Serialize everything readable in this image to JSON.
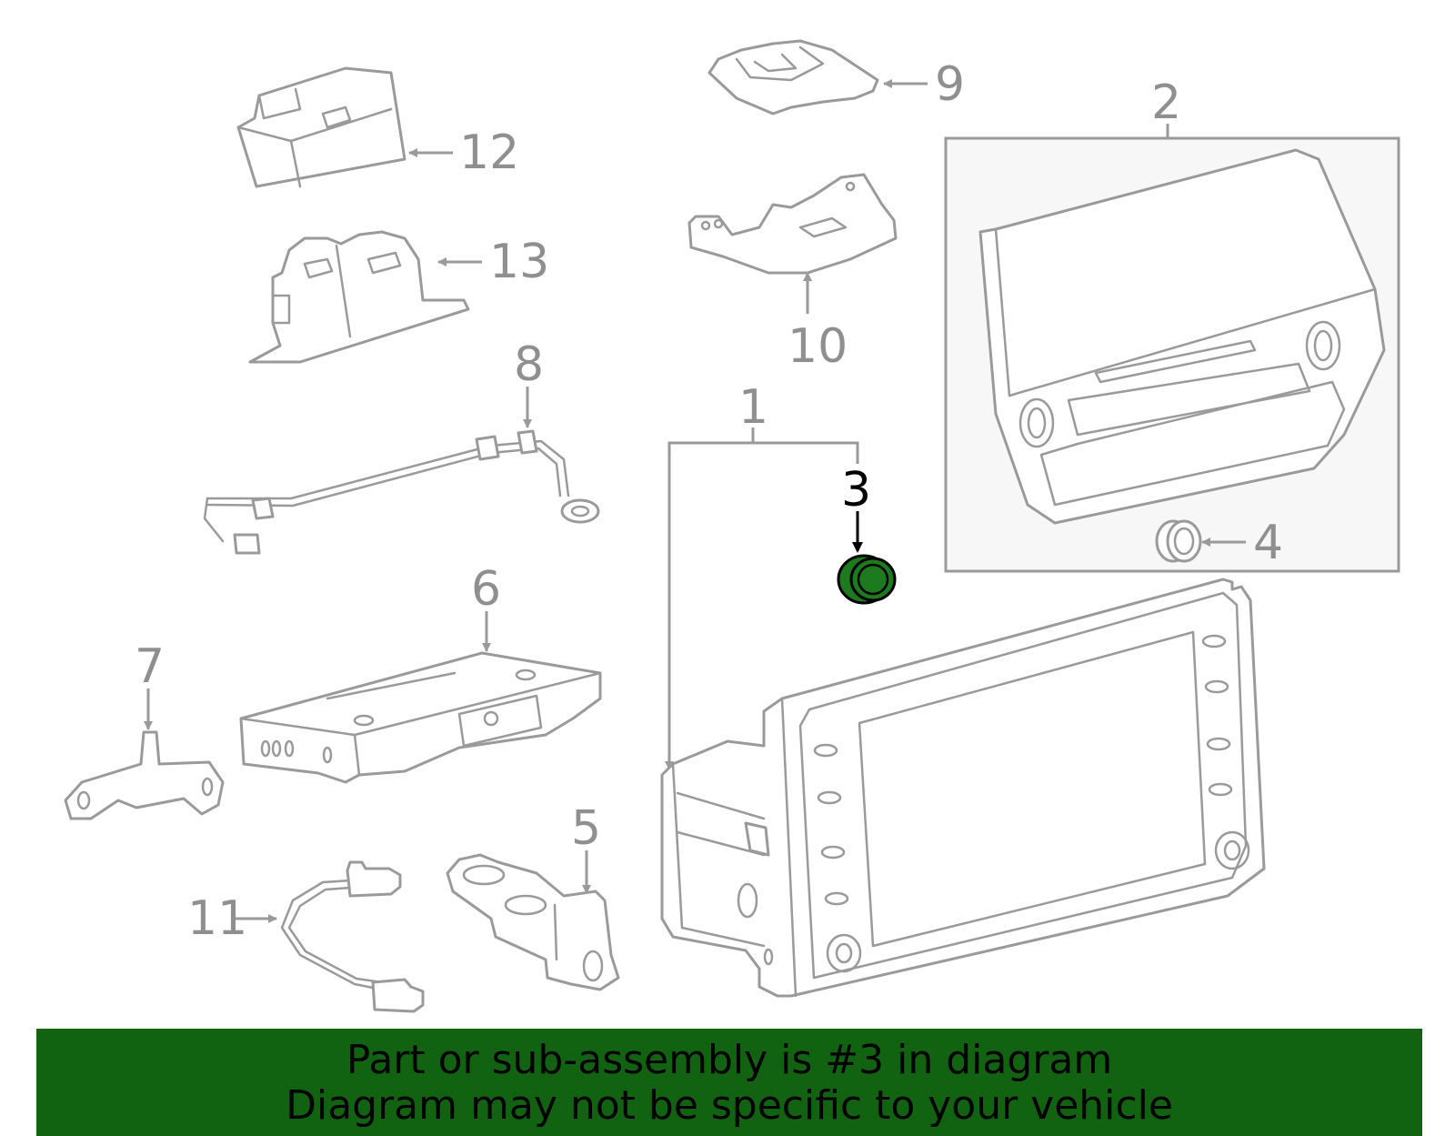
{
  "callouts": {
    "c1": "1",
    "c2": "2",
    "c3": "3",
    "c4": "4",
    "c5": "5",
    "c6": "6",
    "c7": "7",
    "c8": "8",
    "c9": "9",
    "c10": "10",
    "c11": "11",
    "c12": "12",
    "c13": "13"
  },
  "highlight": {
    "part": "3",
    "color": "#1e7a1e"
  },
  "banner": {
    "line1": "Part or sub-assembly is #3 in diagram",
    "line2": "Diagram may not be specific to your vehicle",
    "background": "#116311"
  }
}
